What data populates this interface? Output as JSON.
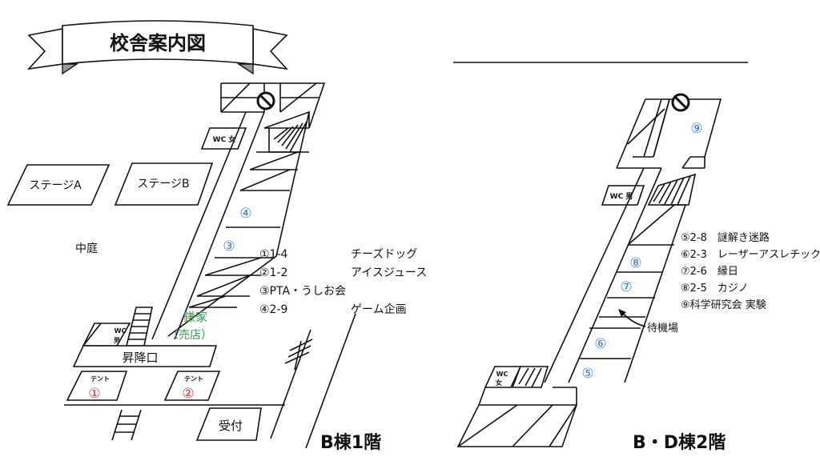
{
  "title": "校舎案内図",
  "colors": {
    "blue": "#3b7dd8",
    "red": "#e0323a",
    "green": "#2aa34a",
    "ink": "#111111"
  },
  "left": {
    "floor_label": "B棟1階",
    "stage_a": "ステージA",
    "stage_b": "ステージB",
    "courtyard": "中庭",
    "wc_female": "WC 女",
    "wc_male_top": "WC",
    "wc_male_bottom": "男",
    "entrance": "昇降口",
    "reception": "受付",
    "shop_name": "鎌家",
    "shop_sub": "（売店）",
    "tent_label": "テント",
    "tent_1": "①",
    "tent_2": "②",
    "room_4": "④",
    "room_3": "③",
    "no_entry_icon": "no-entry-icon",
    "legend": [
      {
        "room": "①1-4",
        "name": "チーズドッグ"
      },
      {
        "room": "②1-2",
        "name": "アイスジュース"
      },
      {
        "room": "③PTA・うしお会",
        "name": ""
      },
      {
        "room": "④2-9",
        "name": "ゲーム企画"
      }
    ]
  },
  "right": {
    "floor_label": "B・D棟2階",
    "wc_male": "WC 男",
    "wc_female_top": "WC",
    "wc_female_bottom": "女",
    "waiting_area": "待機場",
    "rooms": [
      "⑨",
      "⑧",
      "⑦",
      "⑥",
      "⑤"
    ],
    "legend": [
      "⑤2-8　謎解き迷路",
      "⑥2-3　レーザーアスレチック",
      "⑦2-6　縁日",
      "⑧2-5　カジノ",
      "⑨科学研究会 実験"
    ]
  }
}
